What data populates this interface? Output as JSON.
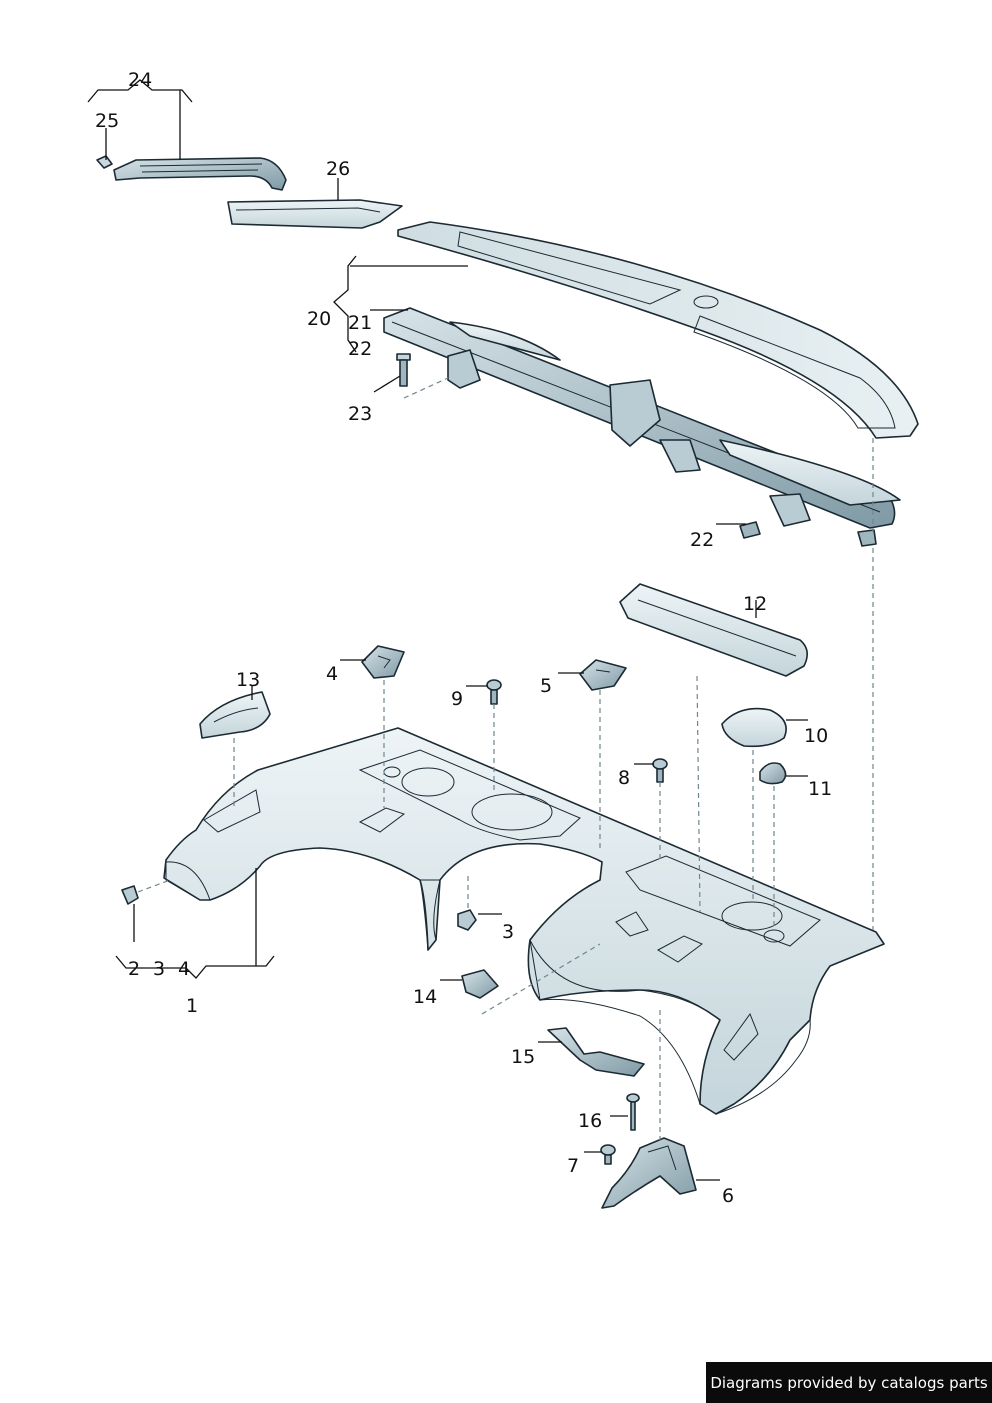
{
  "callouts": {
    "c1": "1",
    "c2": "2",
    "c3a": "3",
    "c4a": "4",
    "c3": "3",
    "c4": "4",
    "c5": "5",
    "c6": "6",
    "c7": "7",
    "c8": "8",
    "c9": "9",
    "c10": "10",
    "c11": "11",
    "c12": "12",
    "c13": "13",
    "c14": "14",
    "c15": "15",
    "c16": "16",
    "c20": "20",
    "c21": "21",
    "c22a": "22",
    "c22b": "22",
    "c23": "23",
    "c24": "24",
    "c25": "25",
    "c26": "26"
  },
  "colors": {
    "part_light": "#e3edf0",
    "part_mid": "#b9ccd3",
    "part_dark": "#7d98a3",
    "outline": "#1b2a33"
  },
  "credit": "Diagrams provided by catalogs parts"
}
